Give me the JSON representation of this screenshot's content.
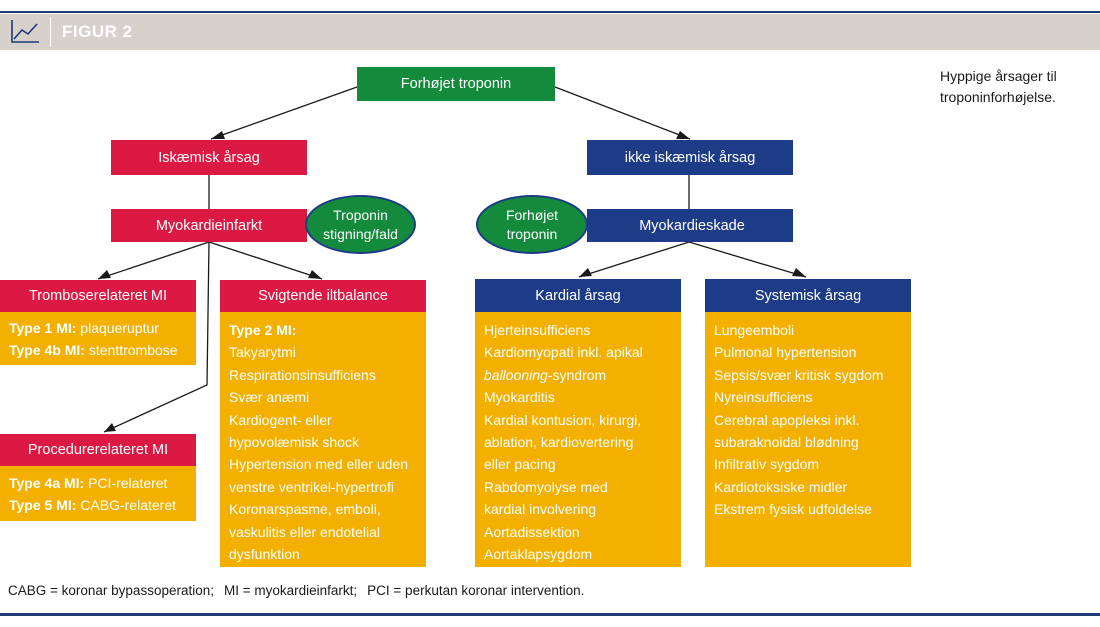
{
  "header": {
    "title": "FIGUR 2",
    "icon": "line-chart-icon"
  },
  "note": "Hyppige årsager til troponinforhøjelse.",
  "root": {
    "label": "Forhøjet troponin"
  },
  "ischemic": {
    "label": "Iskæmisk årsag",
    "mi": "Myokardieinfarkt",
    "oval": [
      "Troponin",
      "stigning/fald"
    ],
    "thrombosis": {
      "title": "Tromboserelateret MI",
      "lines": [
        {
          "bold": "Type 1 MI:",
          "text": " plaqueruptur"
        },
        {
          "bold": "Type 4b MI:",
          "text": " stenttrombose"
        }
      ]
    },
    "oxygen": {
      "title": "Svigtende iltbalance",
      "lines": [
        {
          "bold": "Type 2 MI:",
          "text": ""
        },
        {
          "bold": "",
          "text": "Takyarytmi"
        },
        {
          "bold": "",
          "text": "Respirationsinsufficiens"
        },
        {
          "bold": "",
          "text": "Svær anæmi"
        },
        {
          "bold": "",
          "text": "Kardiogent- eller"
        },
        {
          "bold": "",
          "text": "hypovolæmisk shock"
        },
        {
          "bold": "",
          "text": "Hypertension med eller uden"
        },
        {
          "bold": "",
          "text": "venstre ventrikel-hypertrofi"
        },
        {
          "bold": "",
          "text": "Koronarspasme, emboli,"
        },
        {
          "bold": "",
          "text": "vaskulitis eller endotelial"
        },
        {
          "bold": "",
          "text": "dysfunktion"
        }
      ]
    },
    "procedure": {
      "title": "Procedurerelateret MI",
      "lines": [
        {
          "bold": "Type 4a MI:",
          "text": " PCI-relateret"
        },
        {
          "bold": "Type 5 MI:",
          "text": " CABG-relateret"
        }
      ]
    }
  },
  "nonischemic": {
    "label": "ikke iskæmisk årsag",
    "damage": "Myokardieskade",
    "oval": [
      "Forhøjet",
      "troponin"
    ],
    "cardiac": {
      "title": "Kardial årsag",
      "lines": [
        {
          "italic": "",
          "text": "Hjerteinsufficiens"
        },
        {
          "italic": "",
          "text": "Kardiomyopati inkl. apikal"
        },
        {
          "italic": "ballooning",
          "text": "-syndrom"
        },
        {
          "italic": "",
          "text": "Myokarditis"
        },
        {
          "italic": "",
          "text": "Kardial kontusion, kirurgi,"
        },
        {
          "italic": "",
          "text": "ablation, kardiovertering"
        },
        {
          "italic": "",
          "text": "eller pacing"
        },
        {
          "italic": "",
          "text": "Rabdomyolyse med"
        },
        {
          "italic": "",
          "text": "kardial involvering"
        },
        {
          "italic": "",
          "text": "Aortadissektion"
        },
        {
          "italic": "",
          "text": "Aortaklapsygdom"
        }
      ]
    },
    "systemic": {
      "title": "Systemisk årsag",
      "lines": [
        "Lungeemboli",
        "Pulmonal hypertension",
        "Sepsis/svær kritisk sygdom",
        "Nyreinsufficiens",
        "Cerebral apopleksi inkl.",
        "subaraknoidal blødning",
        "Infiltrativ sygdom",
        "Kardiotoksiske midler",
        "Ekstrem fysisk udfoldelse"
      ]
    }
  },
  "footnote": [
    "CABG = koronar bypassoperation;",
    "MI = myokardieinfarkt;",
    "PCI = perkutan koronar intervention."
  ],
  "colors": {
    "green": "#148a3c",
    "red": "#dc1942",
    "navy": "#1d3b86",
    "yellow": "#f3b000"
  }
}
